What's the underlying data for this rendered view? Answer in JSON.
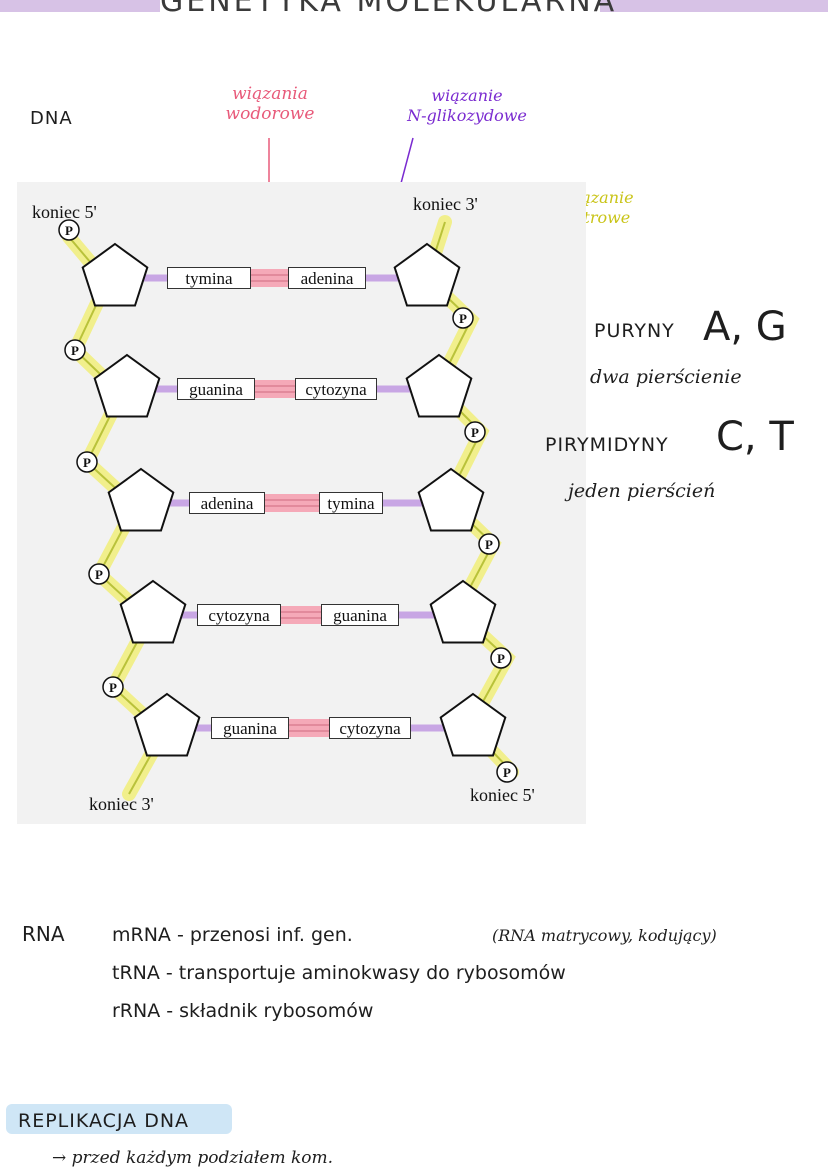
{
  "header": {
    "title": "GENETYKA MOLEKULARNA"
  },
  "dna": {
    "label": "DNA",
    "annotations": {
      "hydrogen_bonds": [
        "wiązania",
        "wodorowe"
      ],
      "n_glycosidic_bond": [
        "wiązanie",
        "N-glikozydowe"
      ],
      "ester_bond": [
        "wiązanie",
        "estrowe"
      ]
    },
    "ends": {
      "top_left": "koniec 5'",
      "top_right": "koniec 3'",
      "bottom_left": "koniec 3'",
      "bottom_right": "koniec 5'"
    },
    "phosphate_symbol": "P",
    "pairs": [
      {
        "left": "tymina",
        "right": "adenina"
      },
      {
        "left": "guanina",
        "right": "cytozyna"
      },
      {
        "left": "adenina",
        "right": "tymina"
      },
      {
        "left": "cytozyna",
        "right": "guanina"
      },
      {
        "left": "guanina",
        "right": "cytozyna"
      }
    ]
  },
  "purines": {
    "title": "PURYNY",
    "letters": "A, G",
    "note": "dwa pierścienie"
  },
  "pyrimidines": {
    "title": "PIRYMIDYNY",
    "letters": "C, T",
    "note": "jeden pierścień"
  },
  "rna": {
    "label": "RNA",
    "lines": [
      "mRNA - przenosi inf. gen.",
      "tRNA - transportuje aminokwasy do rybosomów",
      "rRNA - składnik rybosomów"
    ],
    "mrna_note": "(RNA matrycowy, kodujący)"
  },
  "replication": {
    "title": "REPLIKACJA DNA",
    "note": "→ przed każdym podziałem kom."
  },
  "colors": {
    "backbone": "#f1ef8c",
    "backbone_line": "#b9c23a",
    "hbond": "#f5a9b8",
    "nbond": "#c8a6e4",
    "hbond_label": "#e85a7a",
    "nbond_label": "#7a2bd0",
    "ester_label": "#c9c418"
  }
}
